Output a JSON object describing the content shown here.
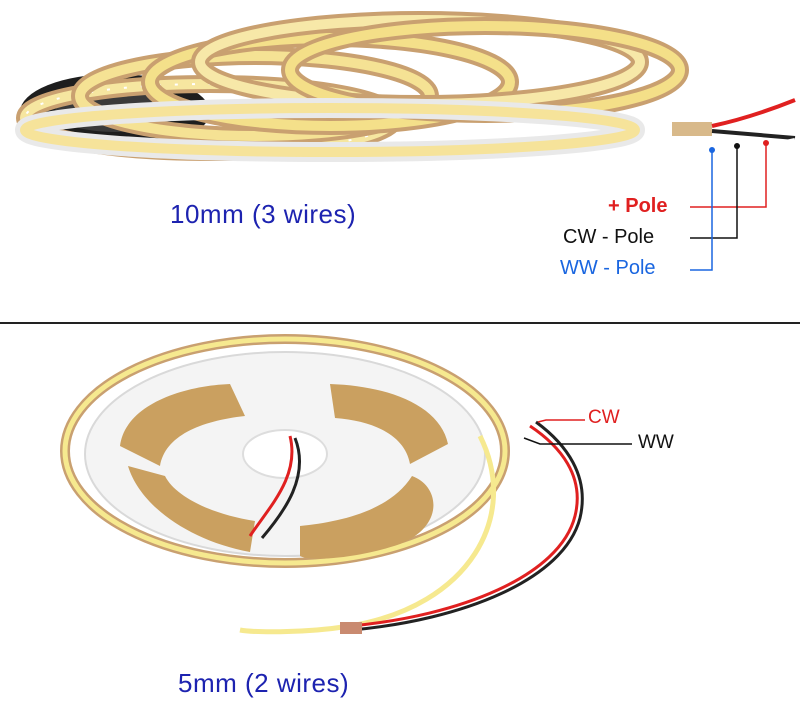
{
  "top_panel": {
    "caption": "10mm (3 wires)",
    "labels": {
      "plus_pole": "+ Pole",
      "cw_pole": "CW - Pole",
      "ww_pole": "WW - Pole"
    }
  },
  "bottom_panel": {
    "caption": "5mm (2 wires)",
    "labels": {
      "cw": "CW",
      "ww": "WW"
    }
  },
  "colors": {
    "caption": "#1d23b0",
    "plus_pole": "#e02020",
    "cw_pole": "#111111",
    "ww_pole": "#1a66e0",
    "strip_yellow": "#f4e08a",
    "reel_backing": "#c8a074",
    "divider": "#222222"
  }
}
